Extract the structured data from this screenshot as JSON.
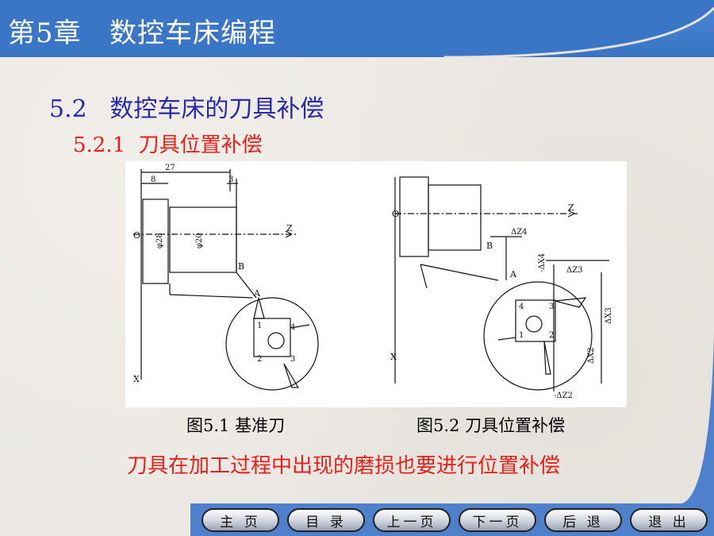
{
  "header": {
    "title": "第5章   数控车床编程"
  },
  "section": {
    "heading": "5.2   数控车床的刀具补偿",
    "subheading": "5.2.1  刀具位置补偿"
  },
  "figure1": {
    "caption": "图5.1 基准刀",
    "labels": {
      "dim27": "27",
      "dim8": "8",
      "dim3": "3",
      "phi28": "φ28",
      "phi20": "φ20",
      "o": "O",
      "z": "Z",
      "x": "X",
      "a": "A",
      "b": "B",
      "n1": "1",
      "n2": "2",
      "n3": "3",
      "n4": "4"
    }
  },
  "figure2": {
    "caption": "图5.2 刀具位置补偿",
    "labels": {
      "o": "O",
      "z": "Z",
      "x": "X",
      "a": "A",
      "b": "B",
      "dz4": "ΔZ4",
      "dx4": "-ΔX4",
      "dz3": "ΔZ3",
      "dx3": "ΔX3",
      "dx2": "ΔX2",
      "dz2": "-ΔZ2",
      "n1": "1",
      "n2": "2",
      "n3": "3",
      "n4": "4"
    }
  },
  "note": "刀具在加工过程中出现的磨损也要进行位置补偿",
  "nav": {
    "home": "主 页",
    "toc": "目 录",
    "prev": "上一页",
    "next": "下一页",
    "back": "后 退",
    "exit": "退 出"
  },
  "colors": {
    "header": "#3a74c4",
    "heading": "#2a2aa8",
    "red": "#e8201a"
  }
}
